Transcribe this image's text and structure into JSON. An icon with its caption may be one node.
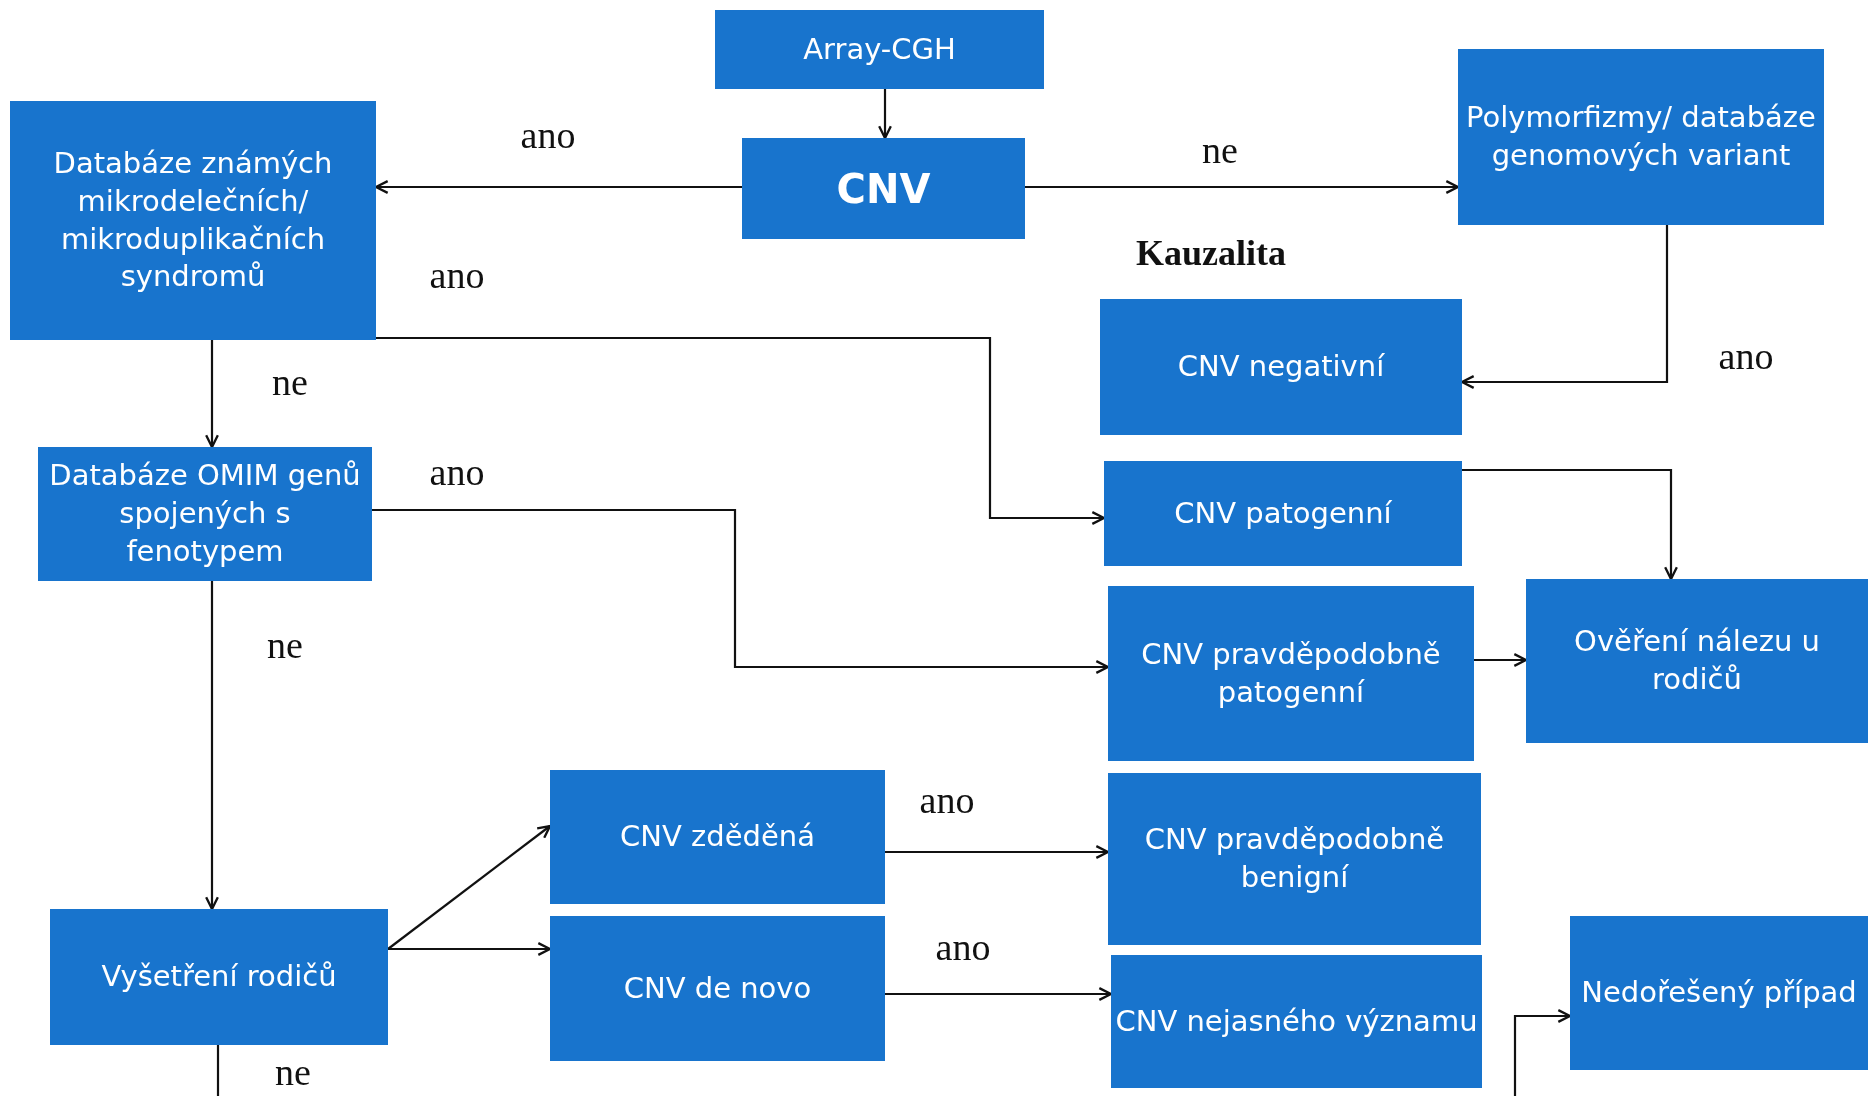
{
  "diagram": {
    "nodes": [
      {
        "text": [
          "Array-CGH"
        ]
      },
      {
        "text": [
          "CNV"
        ]
      },
      {
        "text": [
          "Databáze známých mikrodelečních/ mikroduplikačních syndromů"
        ]
      },
      {
        "text": [
          "Polymorfizmy/ databáze genomových variant"
        ]
      },
      {
        "text": [
          "CNV negativní"
        ]
      },
      {
        "text": [
          "Databáze OMIM genů spojených s fenotypem"
        ]
      },
      {
        "text": [
          "CNV patogenní"
        ]
      },
      {
        "text": [
          "CNV pravděpodobně patogenní"
        ]
      },
      {
        "text": [
          "Ověření nálezu u rodičů"
        ]
      },
      {
        "text": [
          "CNV zděděná"
        ]
      },
      {
        "text": [
          "CNV pravděpodobně benigní"
        ]
      },
      {
        "text": [
          "Vyšetření rodičů"
        ]
      },
      {
        "text": [
          "CNV de novo"
        ]
      },
      {
        "text": [
          "CNV nejasného významu"
        ]
      },
      {
        "text": [
          "Nedořešený případ"
        ]
      }
    ],
    "edges": [
      {
        "from": 0,
        "to": 1,
        "arrow": "to"
      },
      {
        "from": 1,
        "to": 2,
        "arrow": "to",
        "label": "ano"
      },
      {
        "from": 1,
        "to": 3,
        "arrow": "to",
        "label": "ne"
      },
      {
        "from": 2,
        "to": 6,
        "arrow": "to",
        "label": "ano"
      },
      {
        "from": 2,
        "to": 5,
        "arrow": "to",
        "label": "ne"
      },
      {
        "from": 3,
        "to": 4,
        "arrow": "to",
        "label": "ano"
      },
      {
        "from": 6,
        "to": 8,
        "arrow": "to"
      },
      {
        "from": 5,
        "to": 7,
        "arrow": "to",
        "label": "ano"
      },
      {
        "from": 5,
        "to": 11,
        "arrow": "to",
        "label": "ne"
      },
      {
        "from": 7,
        "to": 8,
        "arrow": "to"
      },
      {
        "from": 11,
        "to": 9,
        "arrow": "to"
      },
      {
        "from": 11,
        "to": 12,
        "arrow": "to"
      },
      {
        "from": 9,
        "to": 10,
        "arrow": "to",
        "label": "ano"
      },
      {
        "from": 12,
        "to": 13,
        "arrow": "to",
        "label": "ano"
      },
      {
        "from": null,
        "to": 14,
        "arrow": "to"
      },
      {
        "from": 11,
        "to": null,
        "arrow": "none",
        "label": "ne"
      }
    ],
    "labels": [
      "Kauzalita"
    ]
  }
}
